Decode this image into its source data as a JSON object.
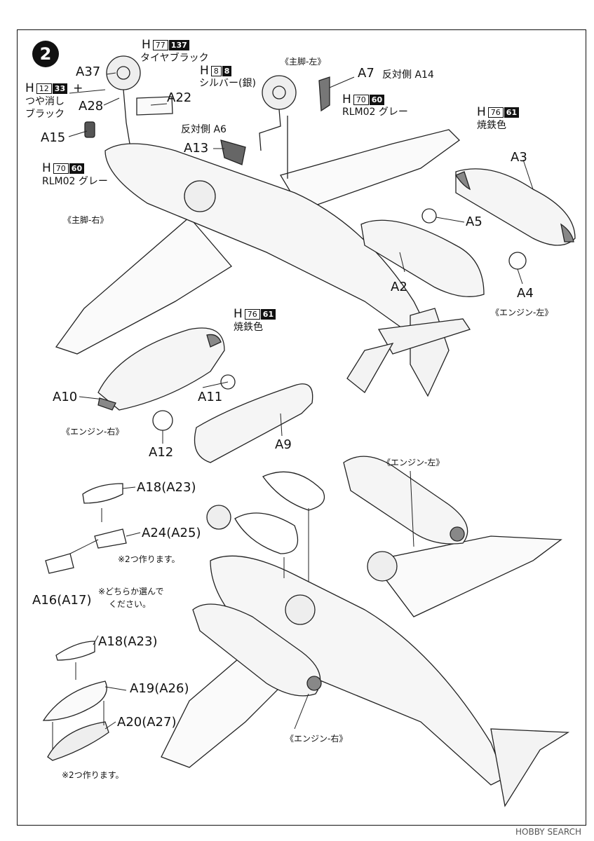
{
  "step_number": "2",
  "paints": {
    "tire_black": {
      "h": "H",
      "code1": "77",
      "code2": "137",
      "name": "タイヤブラック"
    },
    "flat_black": {
      "h": "H",
      "code1": "12",
      "code2": "33",
      "plus": "+",
      "name_line1": "つや消し",
      "name_line2": "ブラック"
    },
    "silver": {
      "h": "H",
      "code1": "8",
      "code2": "8",
      "name": "シルバー(銀)"
    },
    "rlm02_top": {
      "h": "H",
      "code1": "70",
      "code2": "60",
      "name": "RLM02 グレー"
    },
    "rlm02_left": {
      "h": "H",
      "code1": "70",
      "code2": "60",
      "name": "RLM02 グレー"
    },
    "burnt_iron_left": {
      "h": "H",
      "code1": "76",
      "code2": "61",
      "name": "焼鉄色"
    },
    "burnt_iron_right": {
      "h": "H",
      "code1": "76",
      "code2": "61",
      "name": "焼鉄色"
    }
  },
  "parts": {
    "a37": "A37",
    "a28": "A28",
    "a22": "A22",
    "a15": "A15",
    "a13": "A13",
    "a13_note": "反対側 A6",
    "a7": "A7",
    "a7_note": "反対側 A14",
    "a3": "A3",
    "a5": "A5",
    "a2": "A2",
    "a4": "A4",
    "a10": "A10",
    "a11": "A11",
    "a12": "A12",
    "a9": "A9",
    "a18_top": "A18(A23)",
    "a24": "A24(A25)",
    "a16": "A16(A17)",
    "a18_bottom": "A18(A23)",
    "a19": "A19(A26)",
    "a20": "A20(A27)"
  },
  "captions": {
    "main_leg_left": "《主脚-左》",
    "main_leg_right": "《主脚-右》",
    "engine_left_top": "《エンジン-左》",
    "engine_right_mid": "《エンジン-右》",
    "engine_left_bottom": "《エンジン-左》",
    "engine_right_bottom": "《エンジン-右》"
  },
  "notes": {
    "make_two_1": "※2つ作ります。",
    "choose_line1": "※どちらか選んで",
    "choose_line2": "ください。",
    "make_two_2": "※2つ作ります。"
  },
  "watermark": "HOBBY SEARCH"
}
